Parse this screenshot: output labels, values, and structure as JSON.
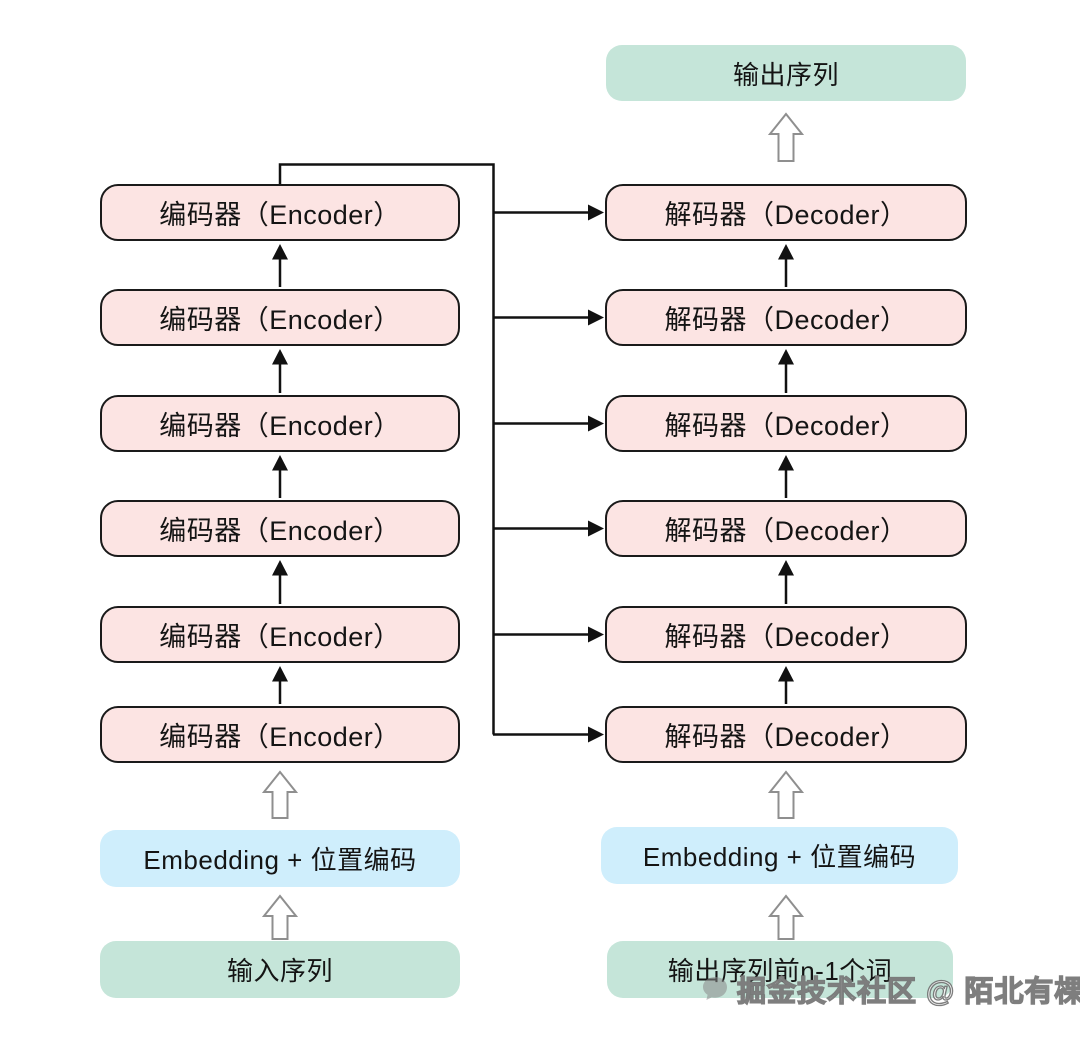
{
  "diagram": {
    "output_sequence": "输出序列",
    "encoders": [
      "编码器（Encoder）",
      "编码器（Encoder）",
      "编码器（Encoder）",
      "编码器（Encoder）",
      "编码器（Encoder）",
      "编码器（Encoder）"
    ],
    "decoders": [
      "解码器（Decoder）",
      "解码器（Decoder）",
      "解码器（Decoder）",
      "解码器（Decoder）",
      "解码器（Decoder）",
      "解码器（Decoder）"
    ],
    "embedding_left": "Embedding + 位置编码",
    "embedding_right": "Embedding + 位置编码",
    "input_sequence": "输入序列",
    "output_prev_words": "输出序列前n-1个词"
  },
  "watermark": {
    "text": "掘金技术社区 @ 陌北有棵树"
  },
  "colors": {
    "pink_fill": "#fce4e3",
    "pink_border": "#1a1a1a",
    "green_fill": "#c5e5d9",
    "blue_fill": "#cfeefc",
    "connector": "#111111",
    "hollow_arrow_stroke": "#8f8f8f"
  }
}
